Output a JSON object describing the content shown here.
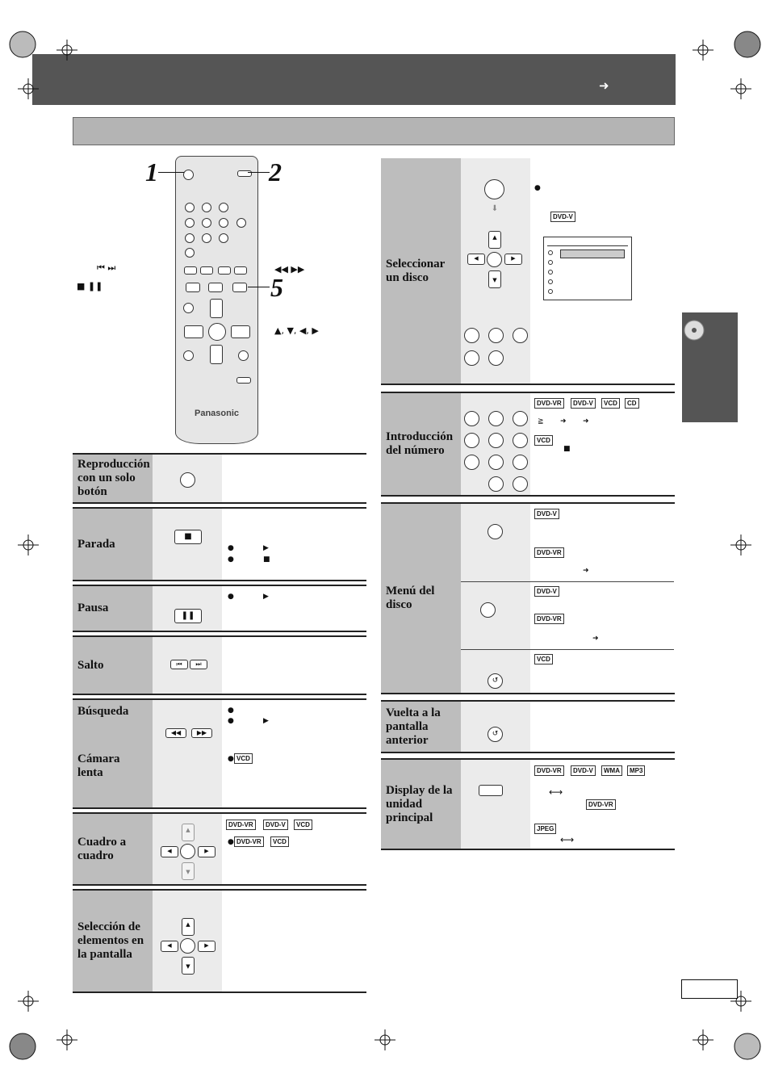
{
  "header": {
    "arrow": "➜"
  },
  "remote": {
    "brand": "Panasonic",
    "steps": [
      "1",
      "2",
      "5"
    ],
    "callouts": {
      "skip": "⏮  ⏭",
      "stop_pause": "■       ❚❚",
      "search": "◀◀  ▶▶",
      "cursor": "▲, ▼, ◀, ▶"
    }
  },
  "left_rows": [
    {
      "label": "Reproducción con un solo botón"
    },
    {
      "label": "Parada"
    },
    {
      "label": "Pausa"
    },
    {
      "label": "Salto"
    },
    {
      "label": "Búsqueda"
    },
    {
      "label": "Cámara lenta"
    },
    {
      "label": "Cuadro a cuadro"
    },
    {
      "label": "Selección de elementos en la pantalla"
    }
  ],
  "right_rows": [
    {
      "label": "Seleccionar un disco"
    },
    {
      "label": "Introducción del número"
    },
    {
      "label": "Menú del disco"
    },
    {
      "label": "Vuelta a la pantalla anterior"
    },
    {
      "label": "Display de la unidad principal"
    }
  ],
  "tags": {
    "dvdvr": "DVD-VR",
    "dvdv": "DVD-V",
    "vcd": "VCD",
    "cd": "CD",
    "wma": "WMA",
    "mp3": "MP3",
    "jpeg": "JPEG"
  },
  "symbols": {
    "play": "▶",
    "stop": "■",
    "arrow": "➜",
    "geq": "≧",
    "lr": "⟷",
    "bullet": "●"
  }
}
